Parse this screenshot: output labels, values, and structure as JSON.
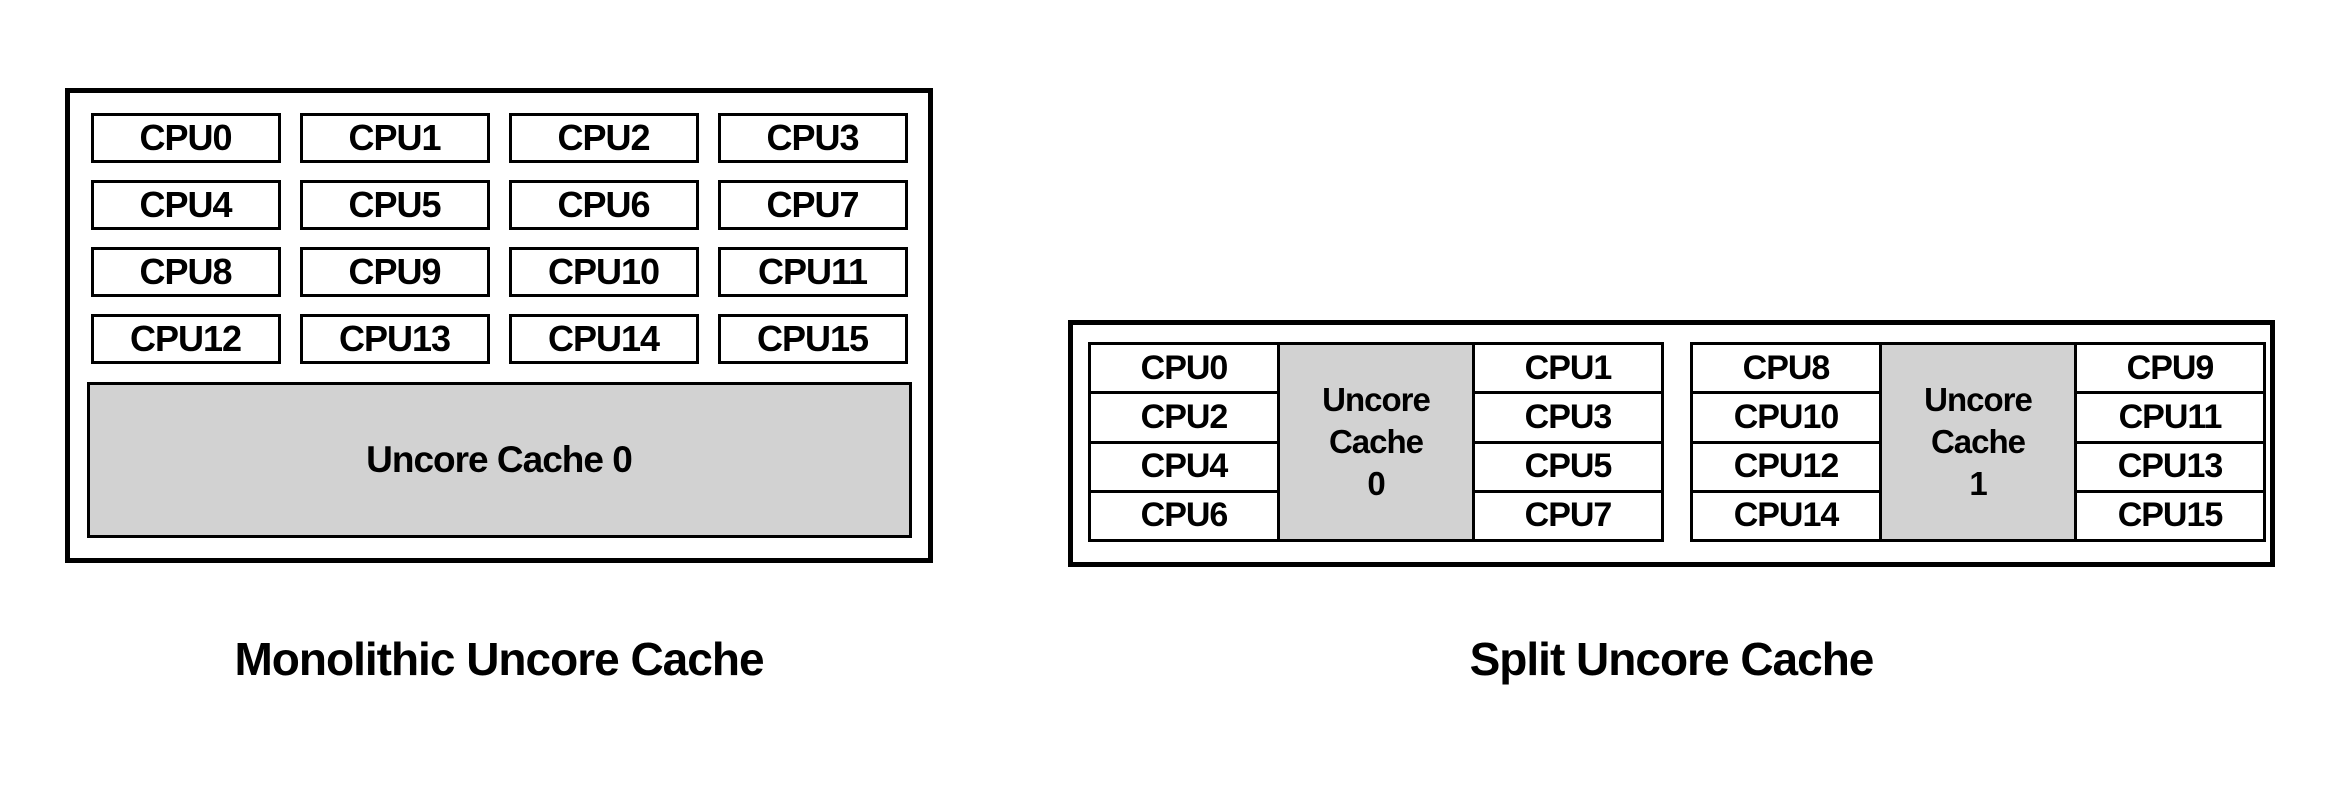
{
  "colors": {
    "background": "#ffffff",
    "box_border": "#000000",
    "cpu_fill": "#ffffff",
    "uncore_fill": "#d2d2d2",
    "text": "#000000"
  },
  "monolithic": {
    "caption": "Monolithic Uncore Cache",
    "uncore_label": "Uncore Cache 0",
    "cpus": [
      "CPU0",
      "CPU1",
      "CPU2",
      "CPU3",
      "CPU4",
      "CPU5",
      "CPU6",
      "CPU7",
      "CPU8",
      "CPU9",
      "CPU10",
      "CPU11",
      "CPU12",
      "CPU13",
      "CPU14",
      "CPU15"
    ]
  },
  "split": {
    "caption": "Split Uncore Cache",
    "clusters": [
      {
        "left_cpus": [
          "CPU0",
          "CPU2",
          "CPU4",
          "CPU6"
        ],
        "uncore_lines": [
          "Uncore",
          "Cache",
          "0"
        ],
        "right_cpus": [
          "CPU1",
          "CPU3",
          "CPU5",
          "CPU7"
        ]
      },
      {
        "left_cpus": [
          "CPU8",
          "CPU10",
          "CPU12",
          "CPU14"
        ],
        "uncore_lines": [
          "Uncore",
          "Cache",
          "1"
        ],
        "right_cpus": [
          "CPU9",
          "CPU11",
          "CPU13",
          "CPU15"
        ]
      }
    ]
  }
}
